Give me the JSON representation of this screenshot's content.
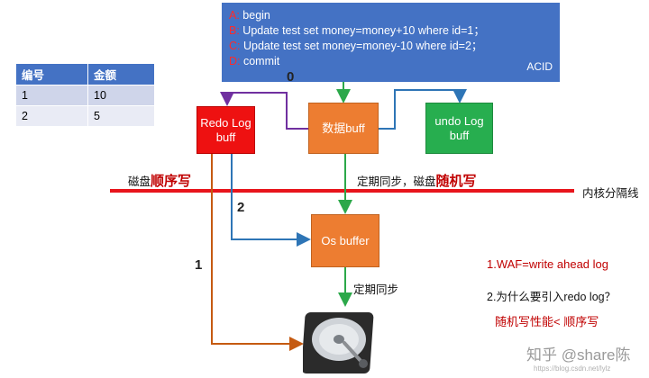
{
  "sql_box": {
    "lines": [
      {
        "tag": "A:",
        "text": " begin"
      },
      {
        "tag": "B:",
        "text": "  Update test set money=money+10 where id=1；"
      },
      {
        "tag": "C:",
        "text": " Update test set money=money-10 where id=2；"
      },
      {
        "tag": "D:",
        "text": " commit"
      }
    ],
    "footer": "ACID"
  },
  "table": {
    "headers": [
      "编号",
      "金额"
    ],
    "rows": [
      [
        "1",
        "10"
      ],
      [
        "2",
        "5"
      ]
    ]
  },
  "nodes": {
    "redo_log": "Redo Log\nbuff",
    "data_buff": "数据buff",
    "undo_log": "undo Log\nbuff",
    "os_buffer": "Os buffer"
  },
  "labels": {
    "step0": "0",
    "step1": "1",
    "step2": "2",
    "seq_prefix": "磁盘",
    "seq_emph": "顺序写",
    "rand_prefix": "定期同步，磁盘",
    "rand_emph": "随机写",
    "kernel_line": "内核分隔线",
    "periodic_sync": "定期同步"
  },
  "notes": {
    "waf": "1.WAF=write ahead log",
    "question": "2.为什么要引入redo log？",
    "answer": "随机写性能< 顺序写"
  },
  "watermark": {
    "text": "知乎 @share陈",
    "url": "https://blog.csdn.net/lylz"
  },
  "colors": {
    "blue_box": "#4472c4",
    "redo": "#ee1111",
    "data": "#ed7d31",
    "undo": "#27ae4f",
    "kernel_line": "#e8141b",
    "arrow_green": "#2ca84a",
    "arrow_purple": "#7030a0",
    "arrow_blue": "#2e75b6",
    "arrow_orange": "#c55a11"
  },
  "icons": [
    "hard-disk-icon"
  ]
}
